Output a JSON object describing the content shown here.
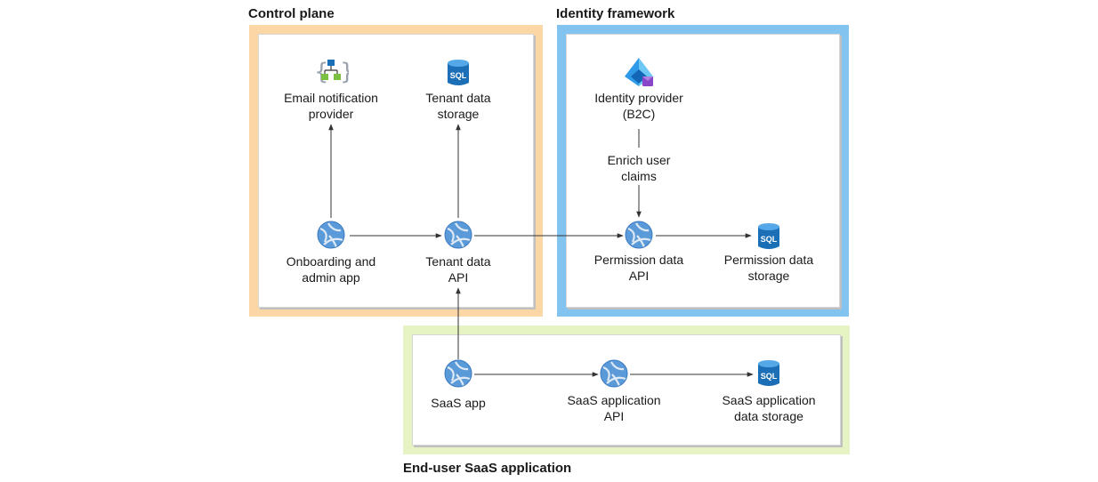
{
  "groups": {
    "control_plane": "Control plane",
    "identity_framework": "Identity framework",
    "end_user_app": "End-user SaaS application"
  },
  "colors": {
    "control_plane_border": "#fcd7a6",
    "identity_border": "#83c3f0",
    "end_user_border": "#e6f3c2",
    "arrow": "#333333",
    "globe": "#5b9ad8",
    "sql": "#1b6fb7"
  },
  "nodes": {
    "email": {
      "line1": "Email notification",
      "line2": "provider",
      "icon": "logic-app-icon"
    },
    "tenant_storage": {
      "line1": "Tenant data",
      "line2": "storage",
      "icon": "sql-database-icon"
    },
    "onboarding": {
      "line1": "Onboarding and",
      "line2": "admin app",
      "icon": "app-service-icon"
    },
    "tenant_api": {
      "line1": "Tenant data",
      "line2": "API",
      "icon": "app-service-icon"
    },
    "identity_provider": {
      "line1": "Identity provider",
      "line2": "(B2C)",
      "icon": "azure-ad-b2c-icon"
    },
    "enrich": {
      "line1": "Enrich user",
      "line2": "claims"
    },
    "permission_api": {
      "line1": "Permission data",
      "line2": "API",
      "icon": "app-service-icon"
    },
    "permission_storage": {
      "line1": "Permission data",
      "line2": "storage",
      "icon": "sql-database-icon"
    },
    "saas_app": {
      "line1": "SaaS app",
      "icon": "app-service-icon"
    },
    "saas_api": {
      "line1": "SaaS application",
      "line2": "API",
      "icon": "app-service-icon"
    },
    "saas_storage": {
      "line1": "SaaS application",
      "line2": "data storage",
      "icon": "sql-database-icon"
    }
  },
  "icon_text": {
    "sql": "SQL"
  }
}
